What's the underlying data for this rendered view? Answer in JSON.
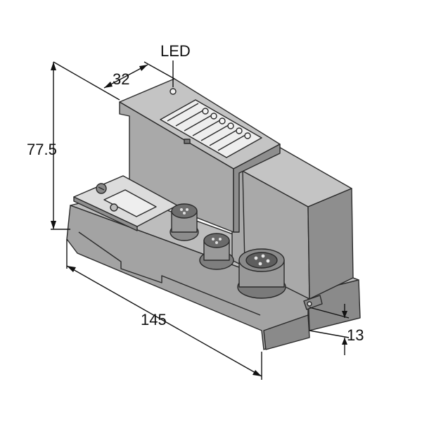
{
  "labels": {
    "led": "LED",
    "depth": "32",
    "height": "77.5",
    "length": "145",
    "base_height": "13"
  },
  "colors": {
    "body_front": "#a9a9a9",
    "body_top": "#c4c4c4",
    "body_side": "#8e8e8e",
    "base_front": "#a3a3a3",
    "base_top": "#bdbdbd",
    "base_side": "#8a8a8a",
    "plate": "#dcdcdc",
    "window": "#eeeeee",
    "outline": "#2a2a2a"
  }
}
